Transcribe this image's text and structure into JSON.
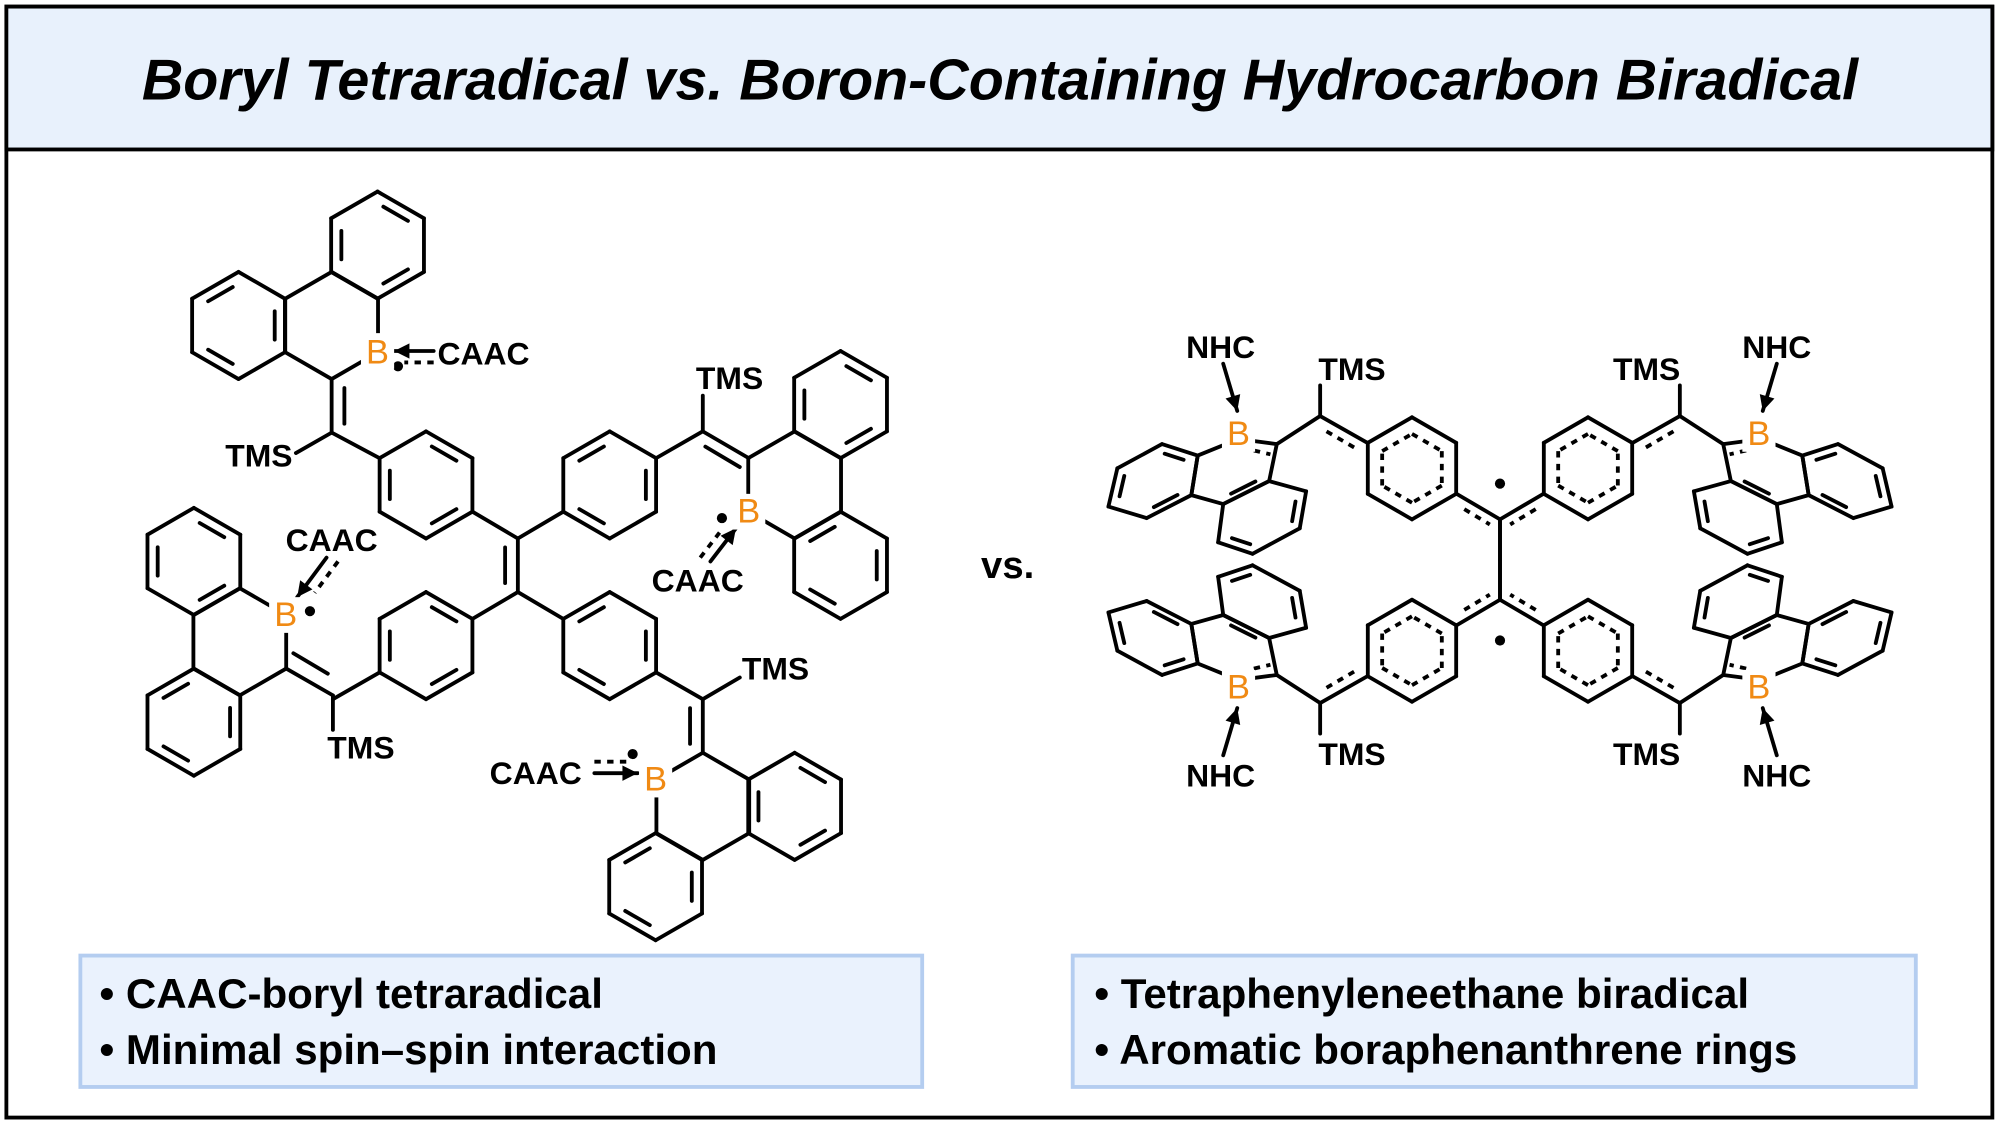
{
  "title": "Boryl Tetraradical vs. Boron-Containing Hydrocarbon Biradical",
  "vs_label": "vs.",
  "colors": {
    "boron": "#f08a14",
    "header_fill": "#e8f1fc",
    "box_fill": "#eaf2fd",
    "box_border": "#b4cdf0"
  },
  "left_structure": {
    "boron_labels": [
      "B",
      "B",
      "B",
      "B"
    ],
    "caac_labels": [
      "CAAC",
      "CAAC",
      "CAAC",
      "CAAC"
    ],
    "tms_labels": [
      "TMS",
      "TMS",
      "TMS",
      "TMS"
    ]
  },
  "right_structure": {
    "boron_labels": [
      "B",
      "B",
      "B",
      "B"
    ],
    "nhc_labels": [
      "NHC",
      "NHC",
      "NHC",
      "NHC"
    ],
    "tms_labels": [
      "TMS",
      "TMS",
      "TMS",
      "TMS"
    ]
  },
  "left_box": {
    "bullets": [
      "• CAAC-boryl tetraradical",
      "• Minimal spin–spin interaction"
    ]
  },
  "right_box": {
    "bullets": [
      "• Tetraphenyleneethane biradical",
      "• Aromatic boraphenanthrene rings"
    ]
  }
}
